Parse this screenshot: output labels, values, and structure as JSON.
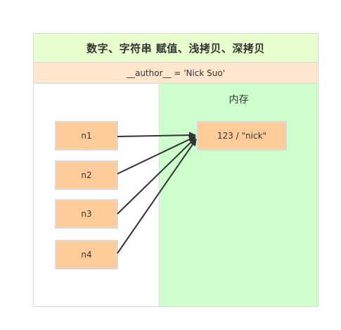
{
  "title": "数字、字符串   赋值、浅拷贝、深拷贝",
  "author_line": "__author__ = 'Nick Suo'",
  "memory_label": "内存",
  "variables": [
    "n1",
    "n2",
    "n3",
    "n4"
  ],
  "value": "123 / \"nick\"",
  "colors": {
    "title_bg": "#e6ffcc",
    "author_bg": "#ffe6cc",
    "memory_bg": "#ccffcc",
    "box_fill": "#ffcc99",
    "arrow": "#333333"
  }
}
